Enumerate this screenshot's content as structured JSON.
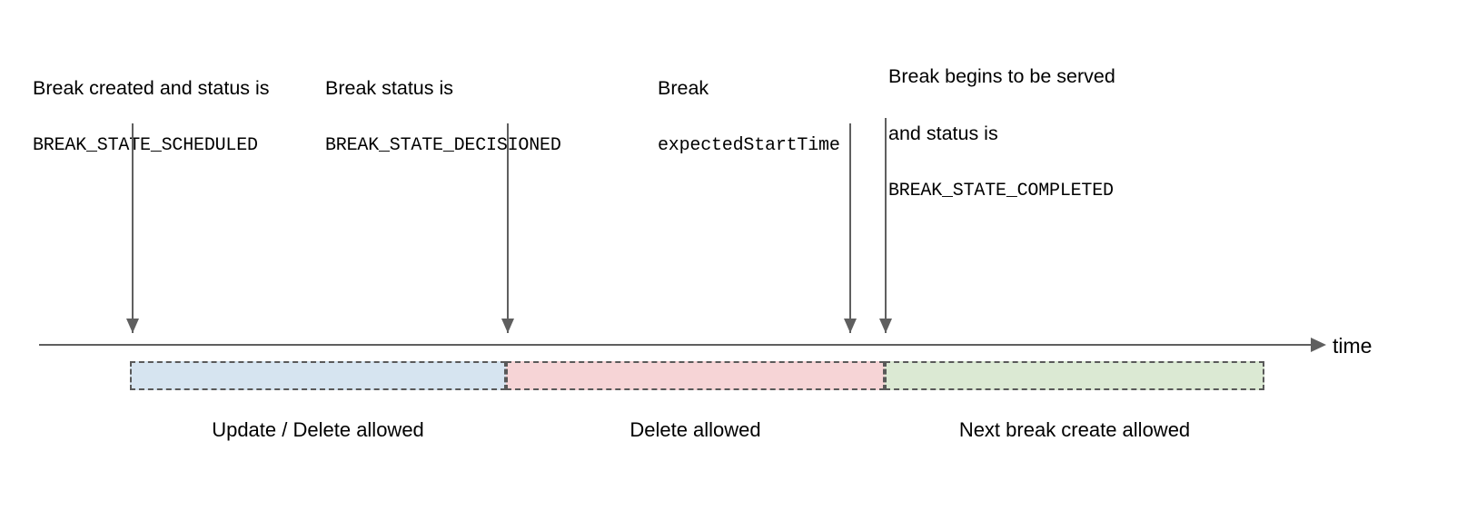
{
  "diagram": {
    "title": "Break lifecycle timeline",
    "axis": {
      "label": "time",
      "arrow_direction": "right"
    },
    "colors": {
      "scheduled_fill": "#d6e4f0",
      "decisioned_fill": "#f6d4d6",
      "completed_fill": "#dbe9d3",
      "border": "#595959",
      "arrow": "#5f5f5f",
      "text": "#000000"
    },
    "markers": [
      {
        "id": "scheduled",
        "lines": [
          {
            "text": "Break created and status is",
            "mono": false
          },
          {
            "text": "BREAK_STATE_SCHEDULED",
            "mono": true
          }
        ]
      },
      {
        "id": "decisioned",
        "lines": [
          {
            "text": "Break status is",
            "mono": false
          },
          {
            "text": "BREAK_STATE_DECISIONED",
            "mono": true
          }
        ]
      },
      {
        "id": "expected-start",
        "lines": [
          {
            "text": "Break",
            "mono": false
          },
          {
            "text": "expectedStartTime",
            "mono": true
          }
        ]
      },
      {
        "id": "completed",
        "lines": [
          {
            "text": "Break begins to be served",
            "mono": false
          },
          {
            "text": "and status is",
            "mono": false
          },
          {
            "text": "BREAK_STATE_COMPLETED",
            "mono": true
          }
        ]
      }
    ],
    "phases": [
      {
        "id": "update-delete",
        "caption": "Update / Delete allowed",
        "fill": "#d6e4f0"
      },
      {
        "id": "delete-only",
        "caption": "Delete allowed",
        "fill": "#f6d4d6"
      },
      {
        "id": "next-break",
        "caption": "Next break create allowed",
        "fill": "#dbe9d3"
      }
    ]
  }
}
